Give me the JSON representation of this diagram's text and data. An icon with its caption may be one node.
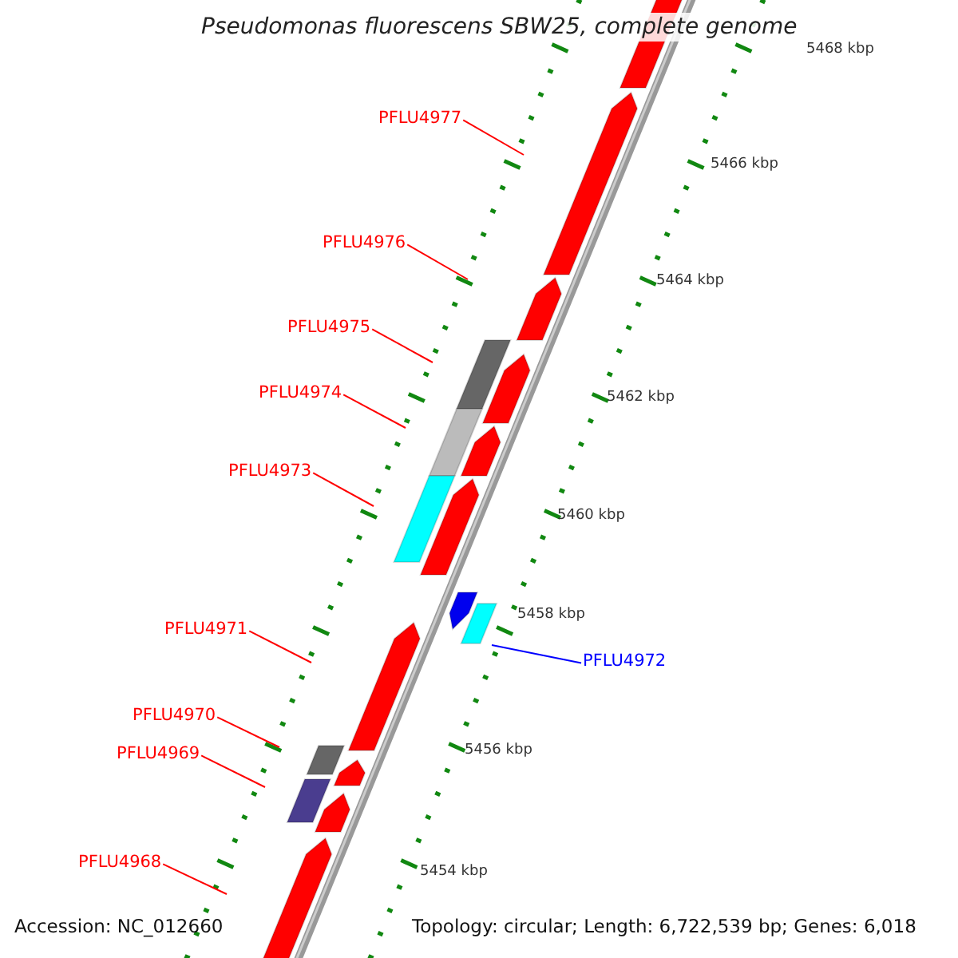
{
  "diagram": {
    "title": "Pseudomonas fluorescens SBW25, complete genome",
    "nodes": [
      {
        "text": [
          "PFLU4977"
        ]
      },
      {
        "text": [
          "PFLU4976"
        ]
      },
      {
        "text": [
          "PFLU4975"
        ]
      },
      {
        "text": [
          "PFLU4974"
        ]
      },
      {
        "text": [
          "PFLU4973"
        ]
      },
      {
        "text": [
          "PFLU4971"
        ]
      },
      {
        "text": [
          "PFLU4972"
        ]
      },
      {
        "text": [
          "PFLU4970"
        ]
      },
      {
        "text": [
          "PFLU4969"
        ]
      },
      {
        "text": [
          "PFLU4968"
        ]
      }
    ],
    "edges": [
      {
        "from": 0,
        "to": null,
        "arrow": "none"
      },
      {
        "from": 1,
        "to": null,
        "arrow": "none"
      },
      {
        "from": 2,
        "to": null,
        "arrow": "none"
      },
      {
        "from": 3,
        "to": null,
        "arrow": "none"
      },
      {
        "from": 4,
        "to": null,
        "arrow": "none"
      },
      {
        "from": 5,
        "to": null,
        "arrow": "none"
      },
      {
        "from": 6,
        "to": null,
        "arrow": "none",
        "color": "#0000ff"
      },
      {
        "from": 7,
        "to": null,
        "arrow": "none"
      },
      {
        "from": 8,
        "to": null,
        "arrow": "none"
      },
      {
        "from": 9,
        "to": null,
        "arrow": "none"
      }
    ],
    "labels": [
      "5468 kbp",
      "5466 kbp",
      "5464 kbp",
      "5462 kbp",
      "5460 kbp",
      "5458 kbp",
      "5456 kbp",
      "5454 kbp",
      "Accession: NC_012660",
      "Topology: circular; Length: 6,722,539 bp; Genes: 6,018"
    ]
  }
}
